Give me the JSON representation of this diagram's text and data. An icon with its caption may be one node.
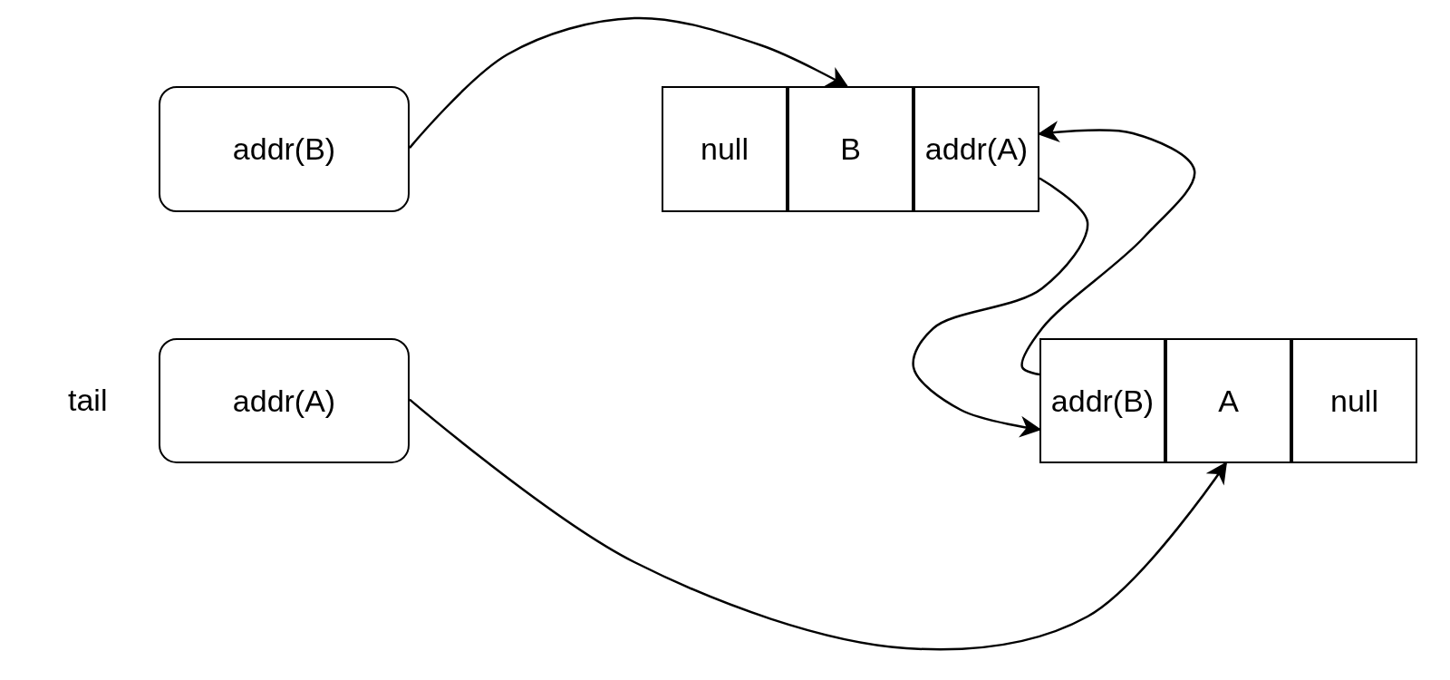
{
  "diagram": {
    "nodes": [
      {
        "text": [
          "addr(B)"
        ]
      },
      {
        "text": [
          "null"
        ]
      },
      {
        "text": [
          "B"
        ]
      },
      {
        "text": [
          "addr(A)"
        ]
      },
      {
        "text": [
          "addr(A)"
        ],
        "beside": [
          "tail"
        ]
      },
      {
        "text": [
          "addr(B)"
        ]
      },
      {
        "text": [
          "A"
        ]
      },
      {
        "text": [
          "null"
        ]
      }
    ],
    "edges": [
      {
        "from": 0,
        "to": 2,
        "arrow": "to"
      },
      {
        "from": 3,
        "to": 5,
        "arrow": "to"
      },
      {
        "from": 5,
        "to": 3,
        "arrow": "to"
      },
      {
        "from": 4,
        "to": 6,
        "arrow": "to"
      }
    ]
  }
}
